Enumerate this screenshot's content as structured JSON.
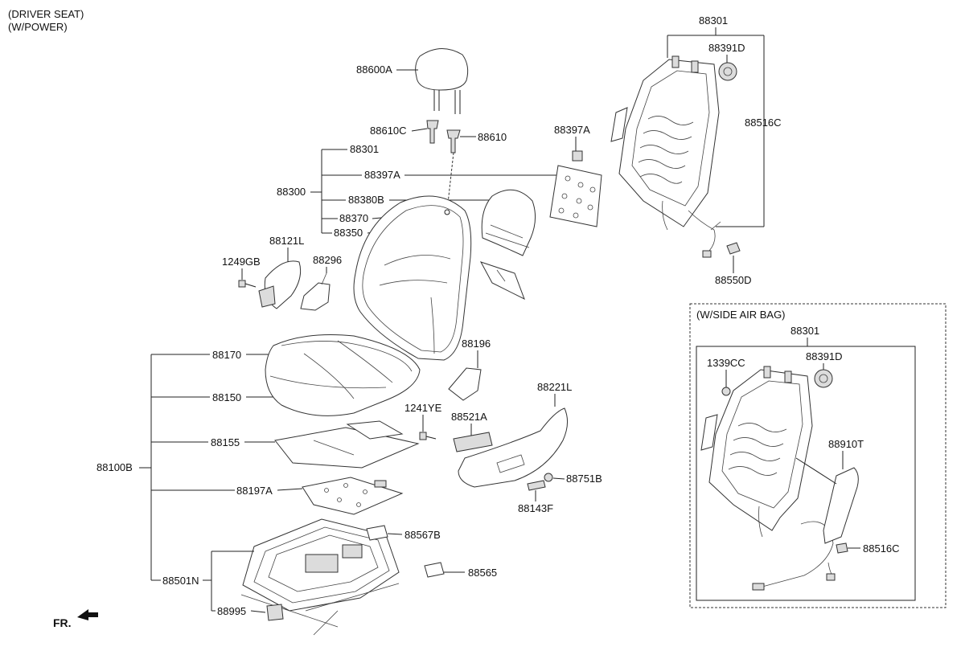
{
  "header": {
    "line1": "(DRIVER SEAT)",
    "line2": "(W/POWER)"
  },
  "inset": {
    "title": "(W/SIDE AIR BAG)"
  },
  "labels": {
    "p88600A": "88600A",
    "p88610C": "88610C",
    "p88610": "88610",
    "p88301": "88301",
    "p88397A": "88397A",
    "p88300": "88300",
    "p88380B": "88380B",
    "p88370": "88370",
    "p88350": "88350",
    "p88121L": "88121L",
    "p1249GB": "1249GB",
    "p88296": "88296",
    "p88170": "88170",
    "p88150": "88150",
    "p88155": "88155",
    "p88100B": "88100B",
    "p88197A": "88197A",
    "p88501N": "88501N",
    "p88995": "88995",
    "p88567B": "88567B",
    "p88565": "88565",
    "p88196": "88196",
    "p1241YE": "1241YE",
    "p88521A": "88521A",
    "p88221L": "88221L",
    "p88751B": "88751B",
    "p88143F": "88143F",
    "frame88301": "88301",
    "frame88391D": "88391D",
    "frame88516C": "88516C",
    "frame88397A": "88397A",
    "frame88550D": "88550D",
    "inset88301": "88301",
    "inset1339CC": "1339CC",
    "inset88391D": "88391D",
    "inset88910T": "88910T",
    "inset88516C": "88516C"
  },
  "direction": {
    "label": "FR."
  }
}
